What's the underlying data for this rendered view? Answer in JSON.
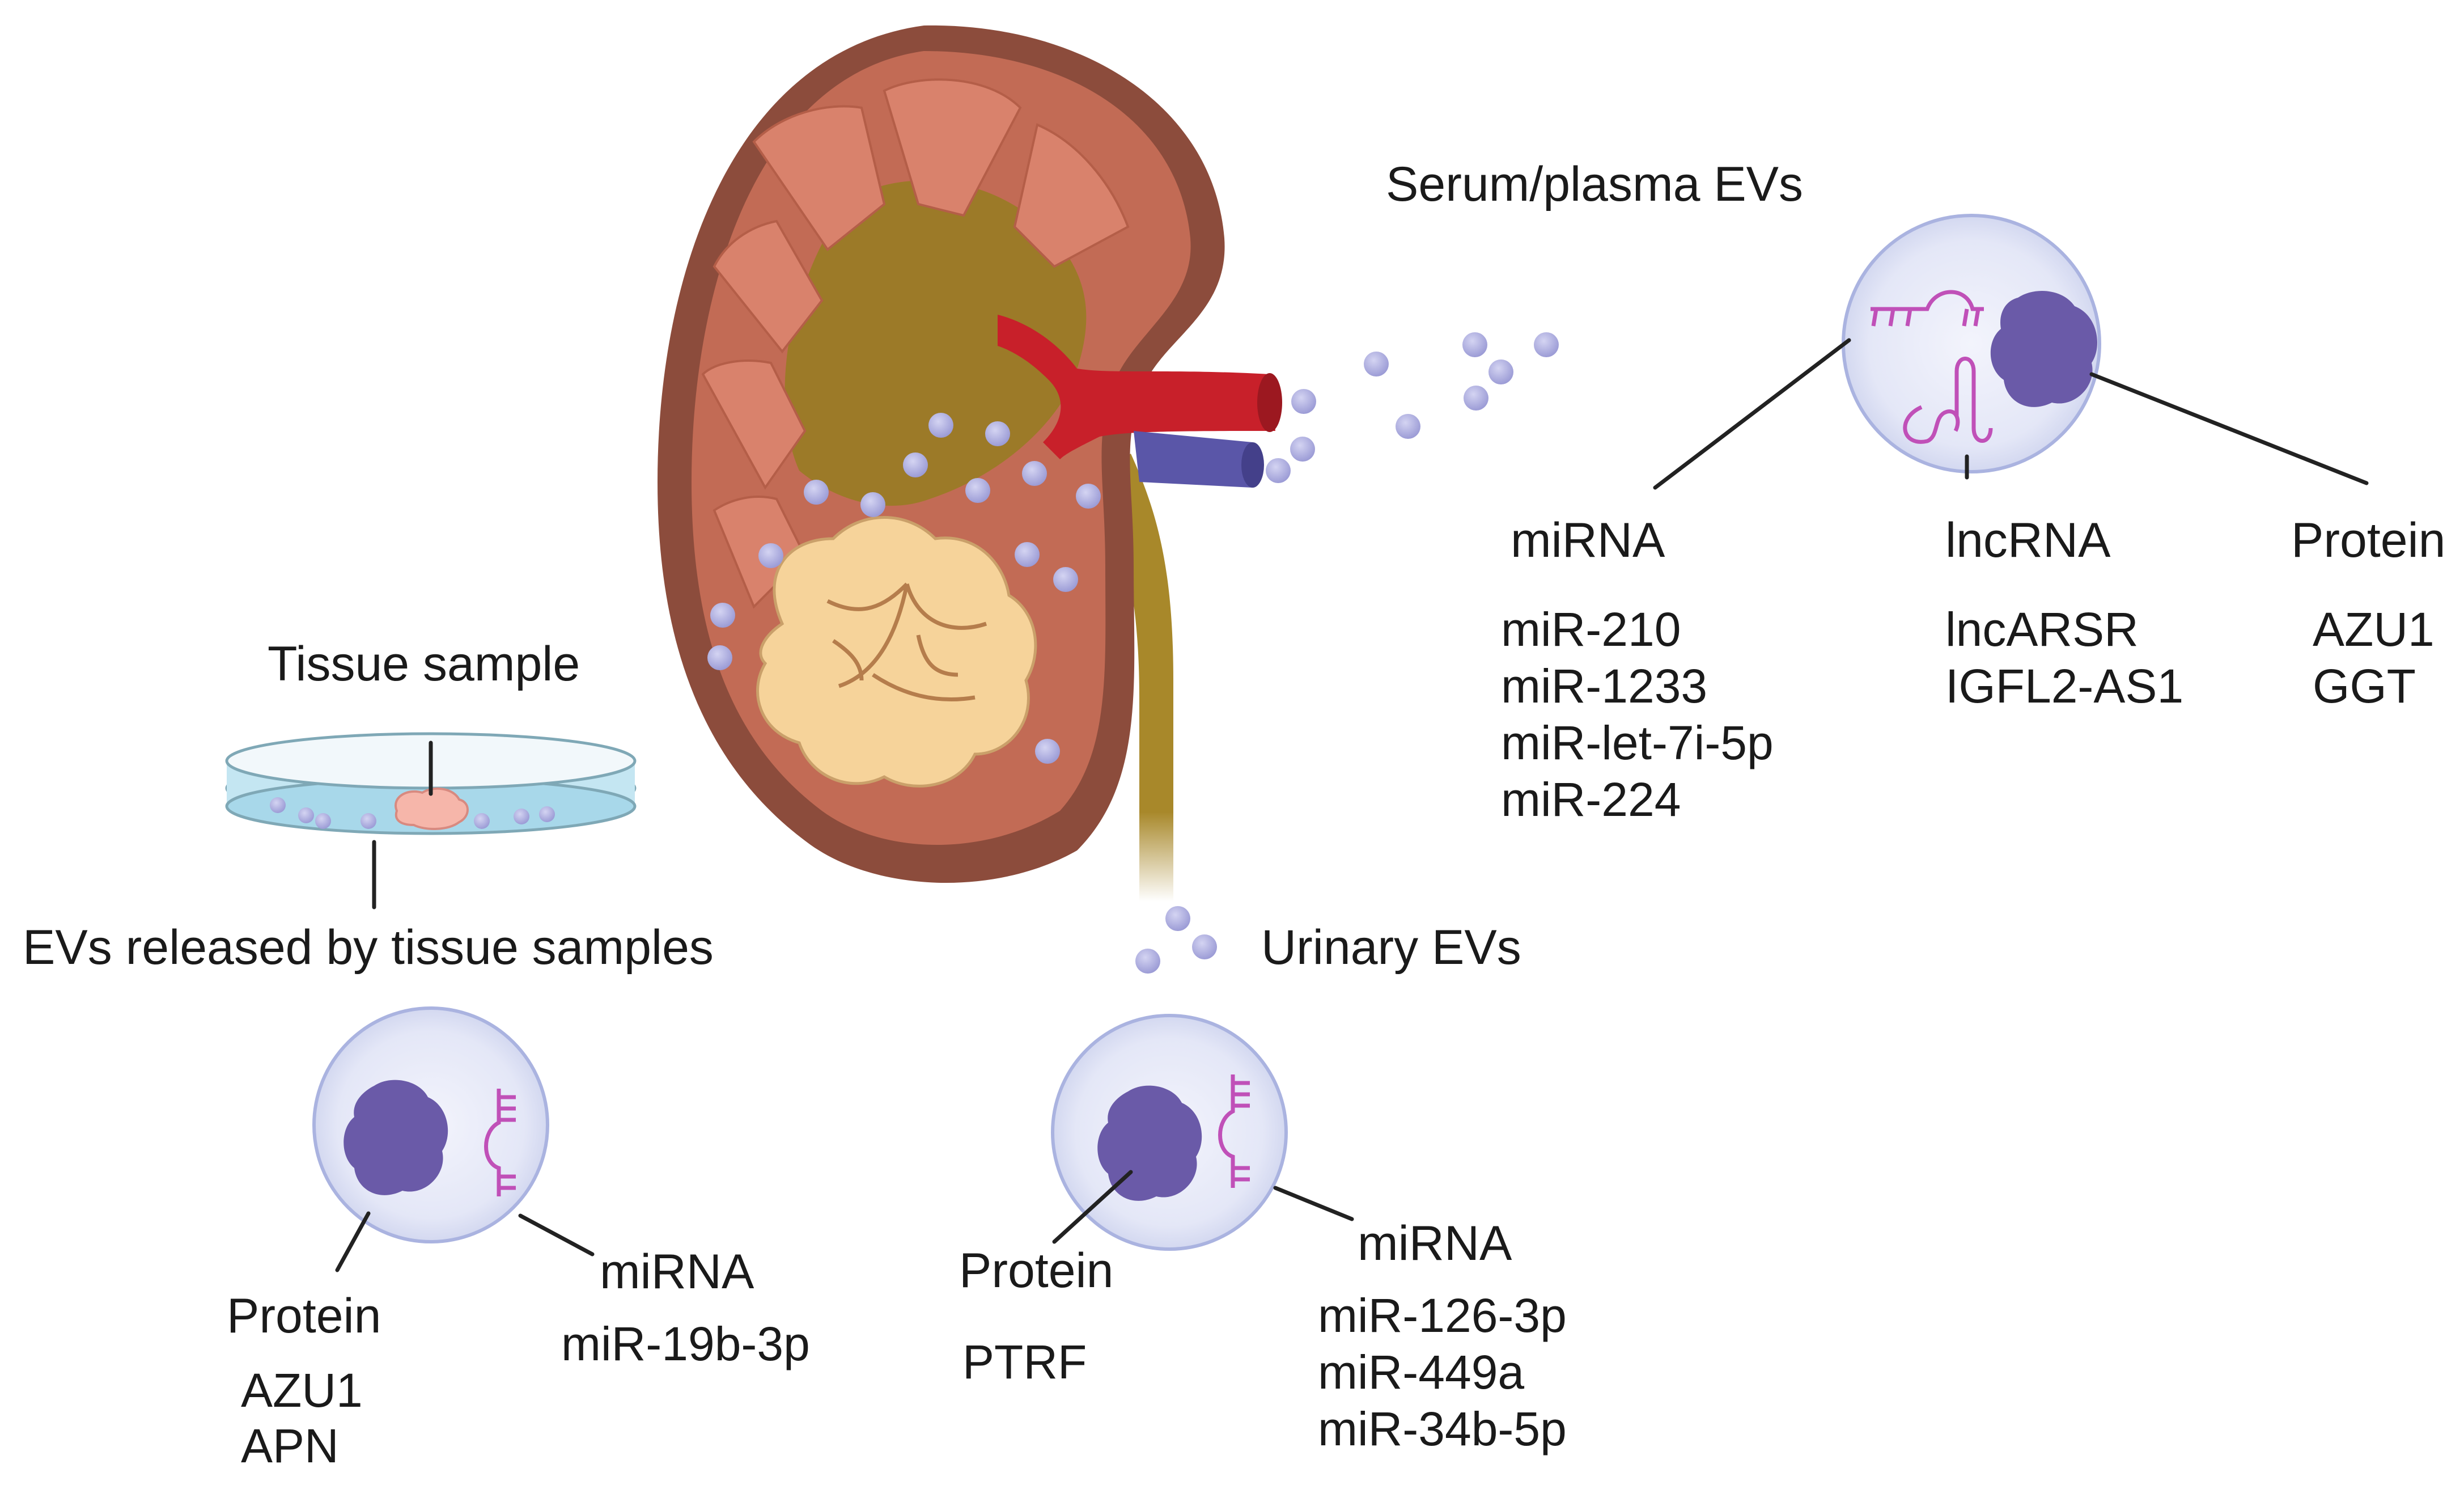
{
  "labels": {
    "serum_title": "Serum/plasma EVs",
    "urinary_title": "Urinary EVs",
    "tissue_sample": "Tissue sample",
    "tissue_evs": "EVs released by tissue samples"
  },
  "serum": {
    "mirna_head": "miRNA",
    "mirna_items": [
      "miR-210",
      "miR-1233",
      "miR-let-7i-5p",
      "miR-224"
    ],
    "lncrna_head": "lncRNA",
    "lncrna_items": [
      "lncARSR",
      "IGFL2-AS1"
    ],
    "protein_head": "Protein",
    "protein_items": [
      "AZU1",
      "GGT"
    ]
  },
  "tissue": {
    "protein_head": "Protein",
    "protein_items": [
      "AZU1",
      "APN"
    ],
    "mirna_head": "miRNA",
    "mirna_items": [
      "miR-19b-3p"
    ]
  },
  "urinary": {
    "protein_head": "Protein",
    "protein_items": [
      "PTRF"
    ],
    "mirna_head": "miRNA",
    "mirna_items": [
      "miR-126-3p",
      "miR-449a",
      "miR-34b-5p"
    ]
  },
  "colors": {
    "ev_particle": "#a8a8dc",
    "protein": "#6a5aa8",
    "rna": "#c050b8",
    "artery": "#c8202a",
    "vein": "#5a56a8",
    "ureter": "#a8882a",
    "tumor": "#f6d39a",
    "cortex": "#8a4a3a"
  }
}
